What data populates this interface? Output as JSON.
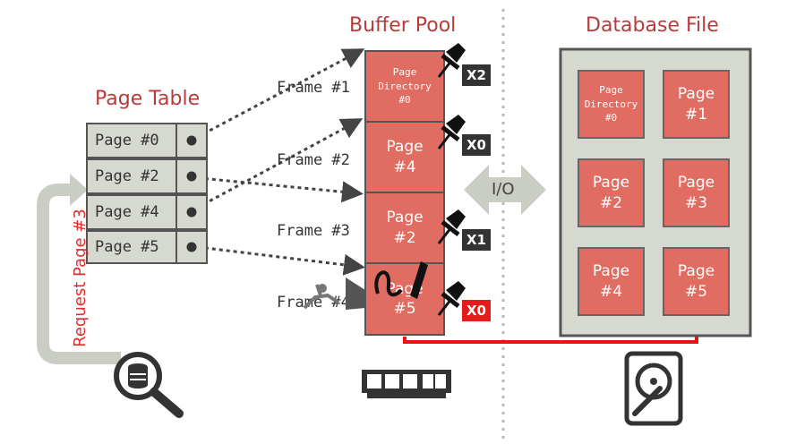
{
  "titles": {
    "page_table": "Page Table",
    "buffer_pool": "Buffer Pool",
    "database_file": "Database File"
  },
  "page_table": [
    {
      "label": "Page #0"
    },
    {
      "label": "Page #2"
    },
    {
      "label": "Page #4"
    },
    {
      "label": "Page #5"
    }
  ],
  "frames": [
    {
      "label": "Frame #1",
      "content": "Page\nDirectory\n#0",
      "pin": "X2",
      "pin_active": false
    },
    {
      "label": "Frame #2",
      "content": "Page\n#4",
      "pin": "X0",
      "pin_active": false
    },
    {
      "label": "Frame #3",
      "content": "Page\n#2",
      "pin": "X1",
      "pin_active": false
    },
    {
      "label": "Frame #4",
      "content": "Page\n#5",
      "pin": "X0",
      "pin_active": true
    }
  ],
  "db_pages": [
    {
      "content": "Page\nDirectory\n#0"
    },
    {
      "content": "Page\n#1"
    },
    {
      "content": "Page\n#2"
    },
    {
      "content": "Page\n#3"
    },
    {
      "content": "Page\n#4"
    },
    {
      "content": "Page\n#5"
    }
  ],
  "io_label": "I/O",
  "request_label": "Request Page #3",
  "colors": {
    "title": "#b73b3b",
    "page_fill": "#e06c62",
    "table_fill": "#d5d9cf",
    "db_file_fill": "#d5d9cf",
    "arrow_red": "#ee1111",
    "io_arrow": "#c9cdc3"
  },
  "icons": [
    "pushpin-icon",
    "pen-icon",
    "fleeing-person-icon",
    "database-search-icon",
    "ram-chip-icon",
    "hard-disk-icon"
  ]
}
